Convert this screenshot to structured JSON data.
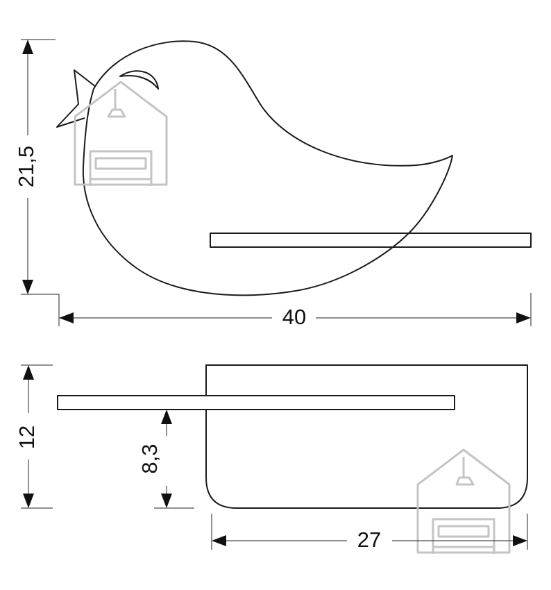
{
  "dimensions": {
    "top_height": "21,5",
    "top_width": "40",
    "side_height": "12",
    "shelf_height": "8,3",
    "side_width": "27"
  },
  "icons": {
    "watermark": "house-with-sofa-watermark-icon"
  },
  "colors": {
    "line": "#1a1a1a",
    "watermark": "#c4c4c4",
    "background": "#ffffff"
  }
}
